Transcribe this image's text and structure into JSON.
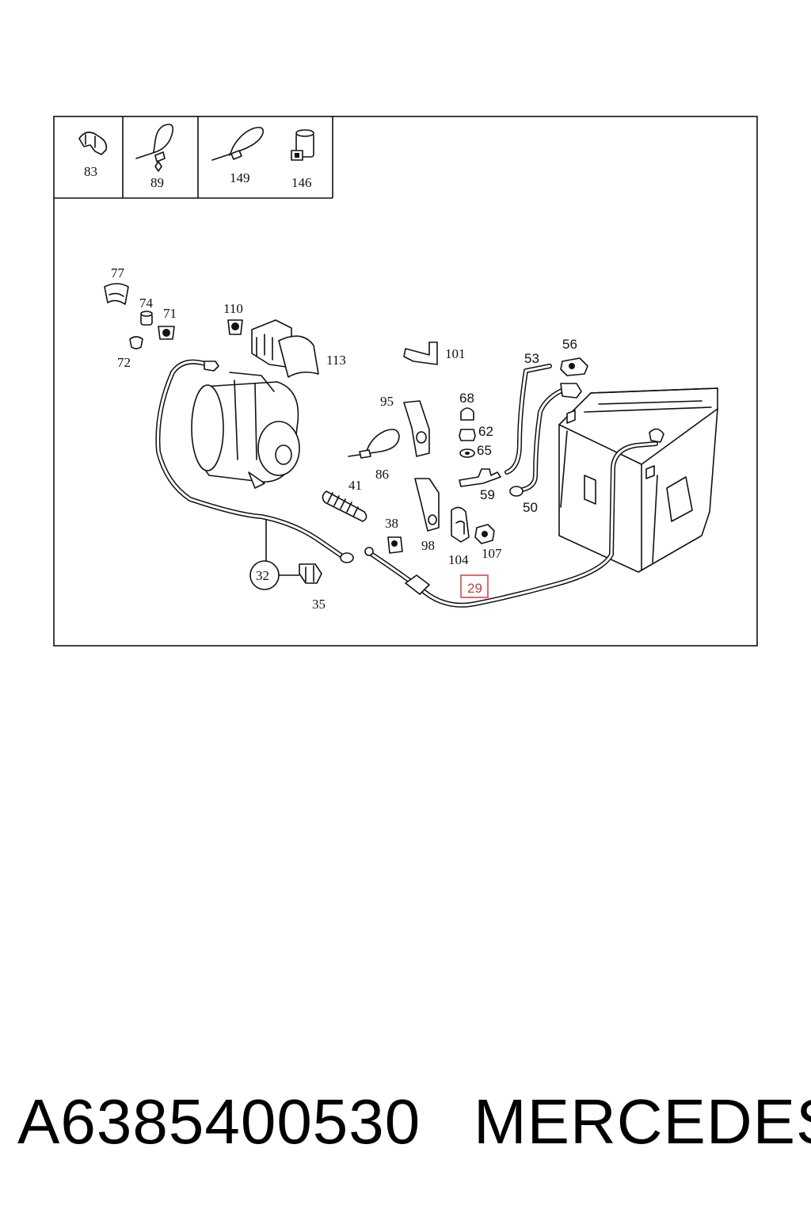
{
  "legend_parts": [
    {
      "label": "83",
      "icon": "hose-clamp-icon"
    },
    {
      "label": "89",
      "icon": "cable-tie-clip-icon"
    },
    {
      "label": "149",
      "icon": "cable-tie-icon"
    },
    {
      "label": "146",
      "icon": "connector-housing-icon"
    }
  ],
  "callouts": {
    "p77": "77",
    "p74": "74",
    "p71": "71",
    "p72": "72",
    "p110": "110",
    "p113": "113",
    "p101": "101",
    "p53": "53",
    "p56": "56",
    "p95": "95",
    "p68": "68",
    "p62": "62",
    "p65": "65",
    "p86": "86",
    "p41": "41",
    "p59": "59",
    "p50": "50",
    "p38": "38",
    "p98": "98",
    "p104": "104",
    "p107": "107",
    "p32": "32",
    "p35": "35",
    "p29": "29"
  },
  "highlight": {
    "label": "29",
    "color": "#d04a4a"
  },
  "footer": {
    "part_number": "A6385400530",
    "brand": "MERCEDES"
  }
}
